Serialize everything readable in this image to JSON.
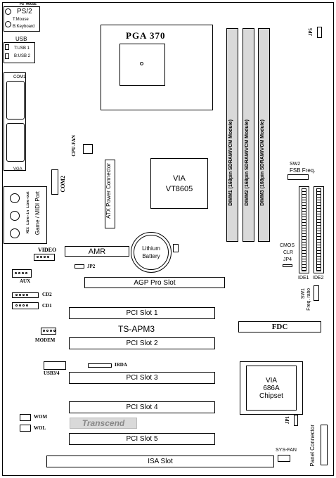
{
  "ps2": {
    "title": "PS/2",
    "top_label": "PS MOUSE",
    "line1": "T:Mouse",
    "line2": "B:Keyboard"
  },
  "usb": {
    "title": "USB",
    "line1": "T:USB 1",
    "line2": "B:USB 2"
  },
  "com1": "COM1",
  "vga": "VGA",
  "game_port": {
    "label": "Game / MIDI Port",
    "sub": "MIC Line-in Line-out"
  },
  "video": "VIDEO",
  "aux": "AUX",
  "cd2": "CD2",
  "cd1": "CD1",
  "modem": "MODEM",
  "usb34": "USB3/4",
  "irda": "IRDA",
  "wom": "WOM",
  "wol": "WOL",
  "transcend": "Transcend",
  "cpu_socket": "PGA 370",
  "cpu_fan": "CPU-FAN",
  "com2": "COM2",
  "atx_power": "ATX Power Connector",
  "north_bridge": {
    "line1": "VIA",
    "line2": "VT8605"
  },
  "amr": "AMR",
  "jp2": "JP2",
  "battery": {
    "line1": "Lithium",
    "line2": "Battery"
  },
  "agp": "AGP Pro Slot",
  "pci_slots": [
    "PCI Slot 1",
    "PCI Slot 2",
    "PCI Slot 3",
    "PCI Slot 4",
    "PCI Slot 5"
  ],
  "model": "TS-APM3",
  "south_bridge": {
    "line1": "VIA",
    "line2": "686A",
    "line3": "Chipset"
  },
  "isa": "ISA Slot",
  "dimms": [
    "DIMM1 (168pin SDRAM/VCM Module)",
    "DIMM2 (168pin SDRAM/VCM Module)",
    "DIMM3 (168pin SDRAM/VCM Module)"
  ],
  "jp5": "JP5",
  "sw2": {
    "line1": "SW2",
    "line2": "FSB Freq."
  },
  "cmos": {
    "line1": "CMOS",
    "line2": "CLR",
    "line3": "JP4"
  },
  "ide1": "IDE1",
  "ide2": "IDE2",
  "sw1": {
    "line1": "SW1",
    "line2": "Freq. ratio"
  },
  "fdc": "FDC",
  "jp1": "JP1",
  "sys_fan": "SYS-FAN",
  "panel": "Panel Connector"
}
